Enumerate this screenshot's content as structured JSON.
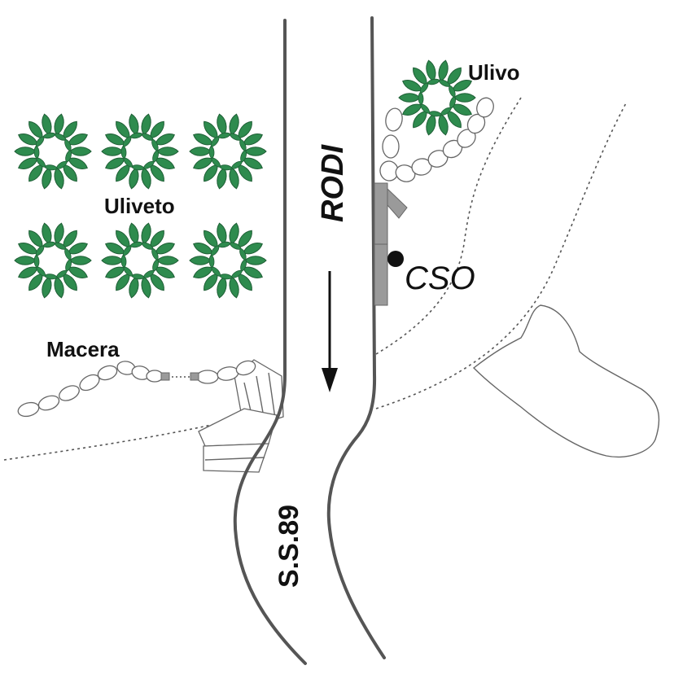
{
  "labels": {
    "ulivo": "Ulivo",
    "uliveto": "Uliveto",
    "macera": "Macera",
    "rodi": "RODI",
    "cso": "CSO",
    "road": "S.S.89"
  },
  "colors": {
    "tree_fill": "#2e8b4e",
    "tree_stroke": "#1f5f36",
    "road_line": "#555555",
    "building_gray": "#9a9a9a",
    "station_dot": "#111111"
  },
  "icons": {
    "tree": "olive-tree-icon",
    "arrow": "direction-arrow-icon",
    "station": "station-dot-icon"
  }
}
